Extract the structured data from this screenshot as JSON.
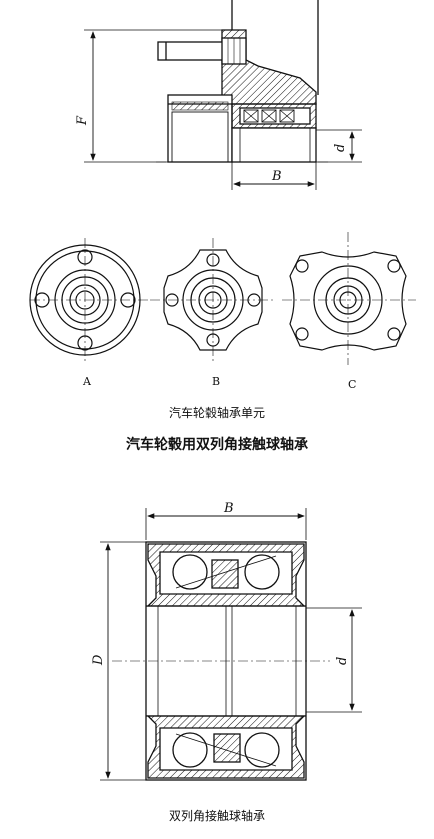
{
  "top_figure": {
    "dim_F": "F",
    "dim_d": "d",
    "dim_B": "B"
  },
  "hub_variants": {
    "label_a": "A",
    "label_b": "B",
    "label_c": "C"
  },
  "caption_units": "汽车轮毂轴承单元",
  "title": "汽车轮毂用双列角接触球轴承",
  "bottom_figure": {
    "dim_B": "B",
    "dim_D": "D",
    "dim_d": "d"
  },
  "caption_bearing": "双列角接触球轴承"
}
